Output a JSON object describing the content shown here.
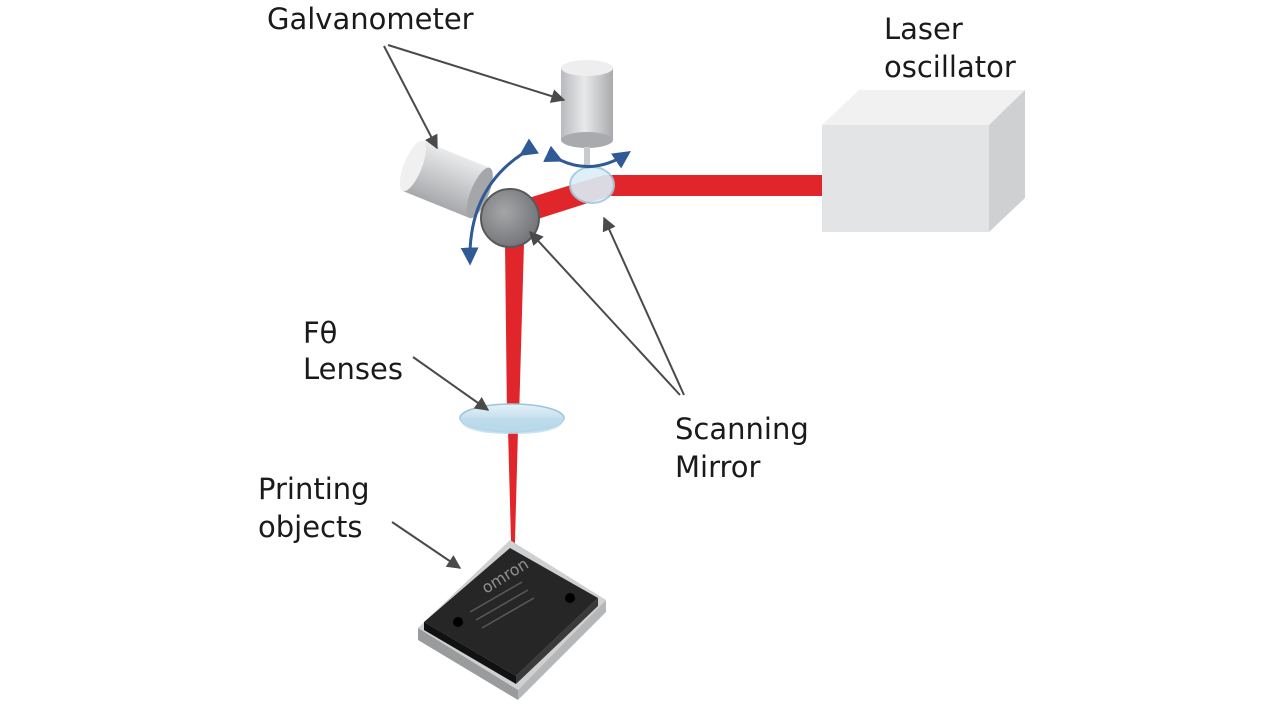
{
  "labels": {
    "galvanometer": "Galvanometer",
    "laser_line1": "Laser",
    "laser_line2": "oscillator",
    "ftheta_line1": "Fθ",
    "ftheta_line2": "Lenses",
    "scanning_line1": "Scanning",
    "scanning_line2": "Mirror",
    "printing_line1": "Printing",
    "printing_line2": "objects"
  },
  "chip_logo": "omron",
  "colors": {
    "laser_beam": "#e0262b",
    "rotation_arrow": "#2f5a96",
    "pointer": "#4a4a4a",
    "galvo_body": "#d2d3d5",
    "laser_box": "#e6e7e8",
    "lens": "#cfe6f2",
    "chip": "#262626"
  }
}
